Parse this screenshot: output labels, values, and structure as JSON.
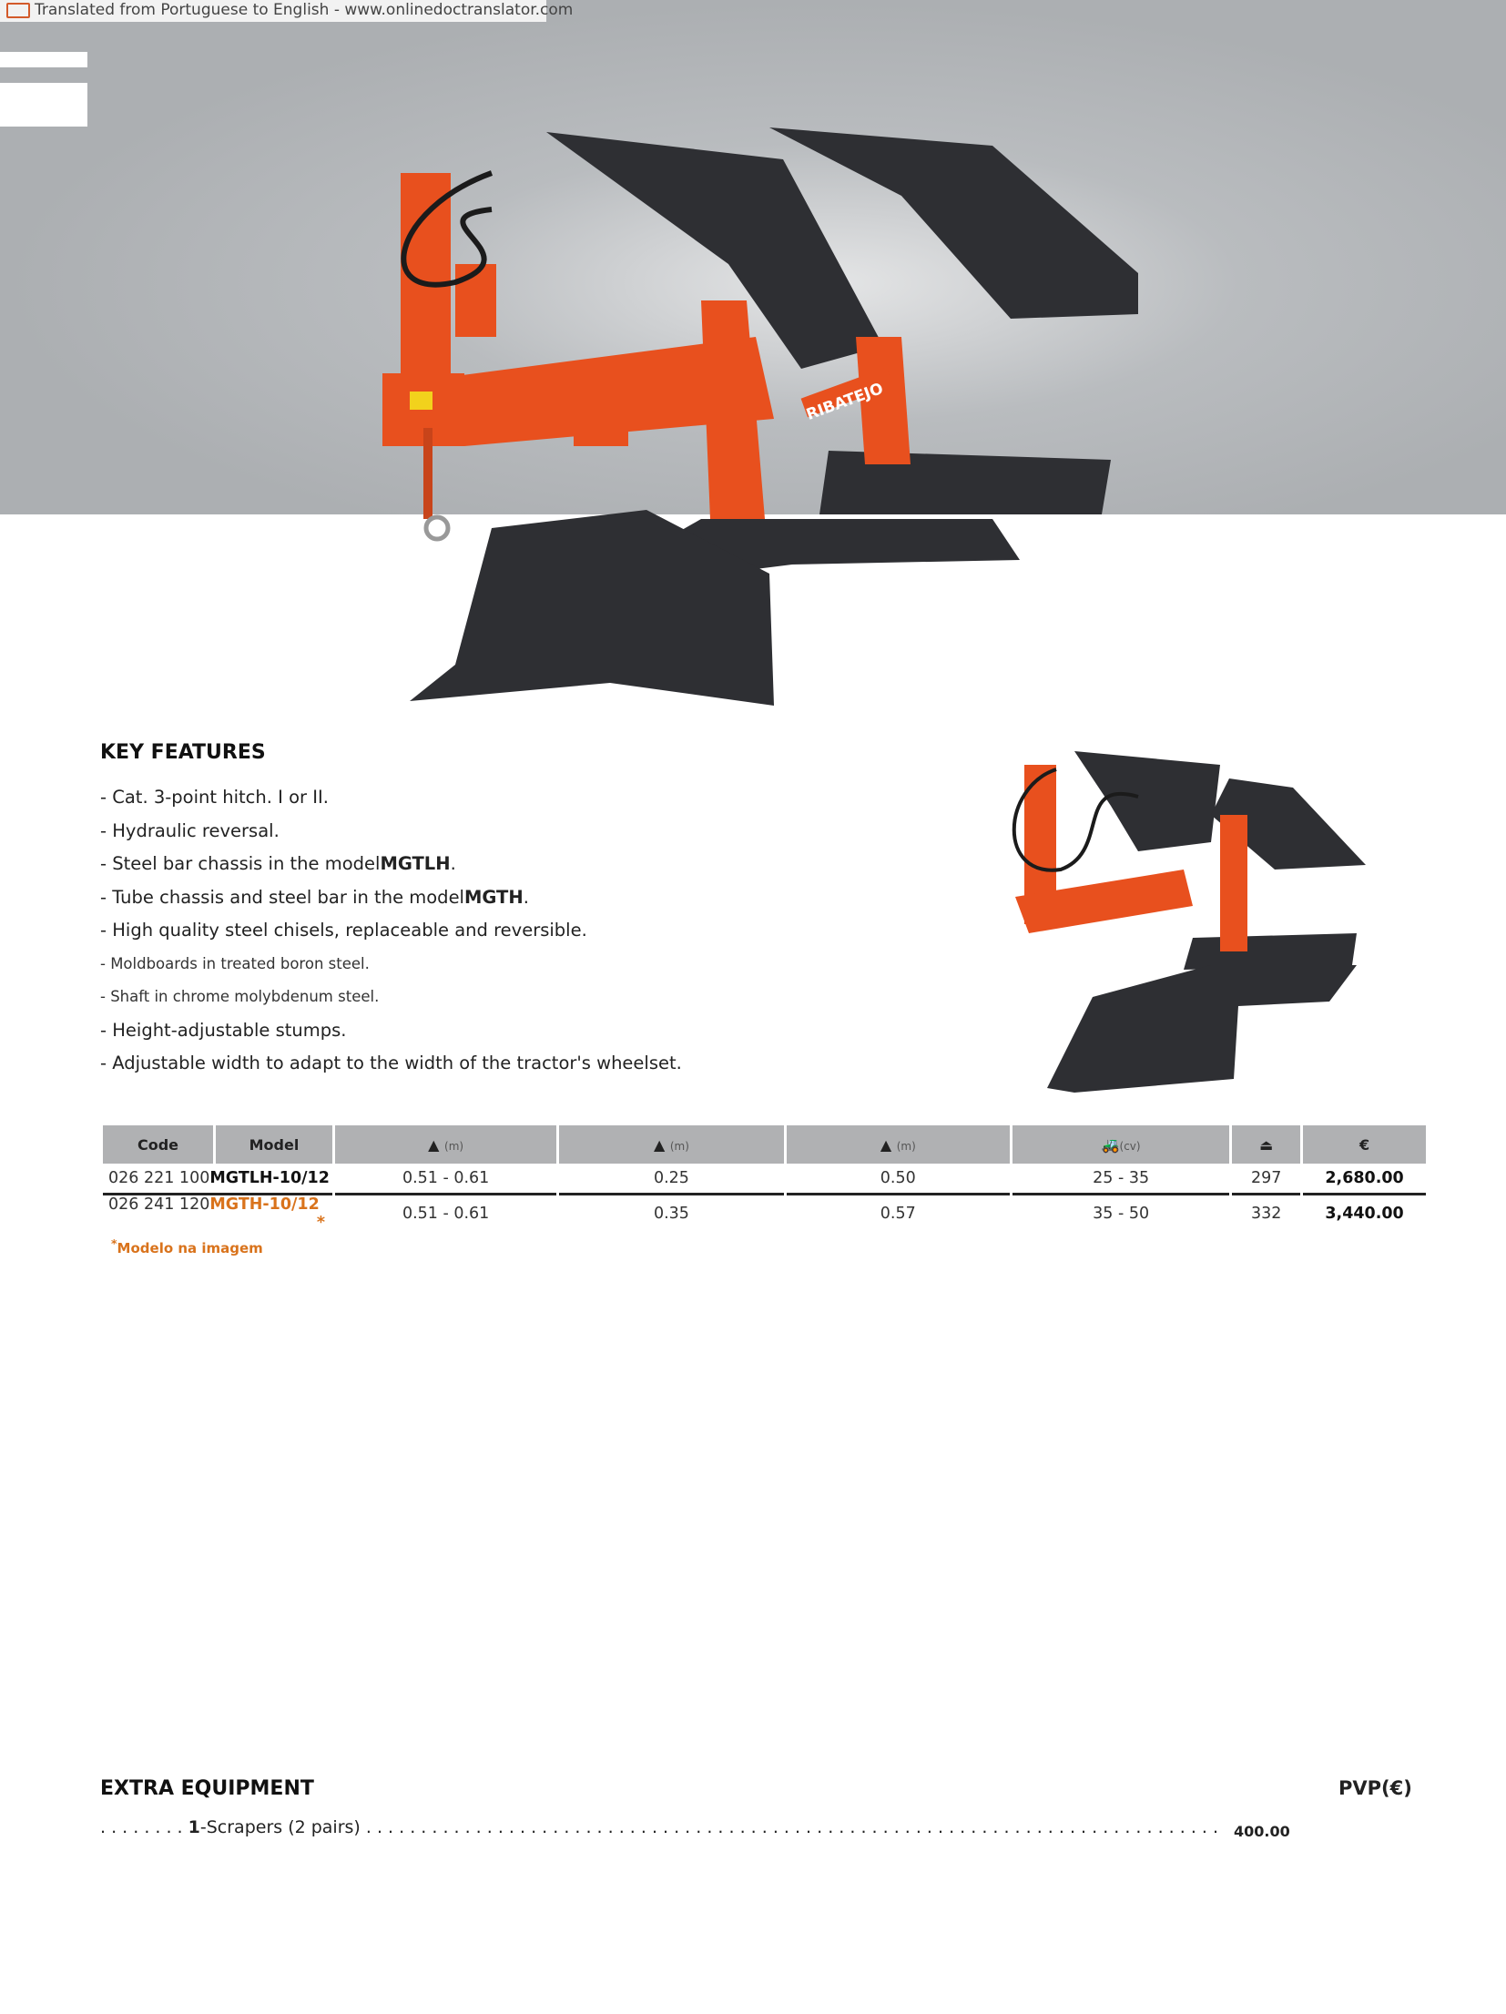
{
  "translator_bar": "Translated from Portuguese to English - www.onlinedoctranslator.com",
  "brand_on_image": "RIBATEJO",
  "key_features": {
    "title": "KEY FEATURES",
    "items": [
      {
        "pre": "- Cat. 3-point hitch. I or II.",
        "bold": ""
      },
      {
        "pre": "- Hydraulic reversal.",
        "bold": ""
      },
      {
        "pre": "- Steel bar chassis in the model",
        "bold": "MGTLH",
        "post": "."
      },
      {
        "pre": "- Tube chassis and steel bar in the model",
        "bold": "MGTH",
        "post": "."
      },
      {
        "pre": "- High quality steel chisels, replaceable and reversible.",
        "bold": ""
      },
      {
        "pre": "- Moldboards in treated boron steel.",
        "bold": ""
      },
      {
        "pre": "- Shaft in chrome molybdenum steel.",
        "bold": ""
      },
      {
        "pre": "- Height-adjustable stumps.",
        "bold": ""
      },
      {
        "pre": "- Adjustable width to adapt to the width of the tractor's wheelset.",
        "bold": ""
      }
    ]
  },
  "table": {
    "headers": {
      "code": "Code",
      "model": "Model",
      "unit_m": "(m)",
      "unit_cv": "(cv)",
      "currency": "€"
    },
    "rows": [
      {
        "code": "026 221 100",
        "model": "MGTLH-10/12",
        "mark": "",
        "c1": "0.51 - 0.61",
        "c2": "0.25",
        "c3": "0.50",
        "hp": "25 - 35",
        "weight": "297",
        "price": "2,680.00"
      },
      {
        "code": "026 241 120",
        "model": "MGTH-10/12",
        "mark": "*",
        "c1": "0.51 - 0.61",
        "c2": "0.35",
        "c3": "0.57",
        "hp": "35 - 50",
        "weight": "332",
        "price": "3,440.00"
      }
    ],
    "note_mark": "*",
    "note": "Modelo na imagem"
  },
  "extra": {
    "title": "EXTRA EQUIPMENT",
    "pvp": "PVP(€)",
    "items": [
      {
        "lead": ". . . . . . . . ",
        "num": "1",
        "label": "-Scrapers (2 pairs) ",
        "dots": ". . . . . . . . . . . . . . . . . . . . . . . . . . . . . . . . . . . . . . . . . . . . . . . . . . . . . . . . . . . . . . . . . . . . . . . . . . . . . . . . . . . . . . . . . . . . . . . . . . . . . . . .",
        "price": "400.00"
      }
    ]
  }
}
